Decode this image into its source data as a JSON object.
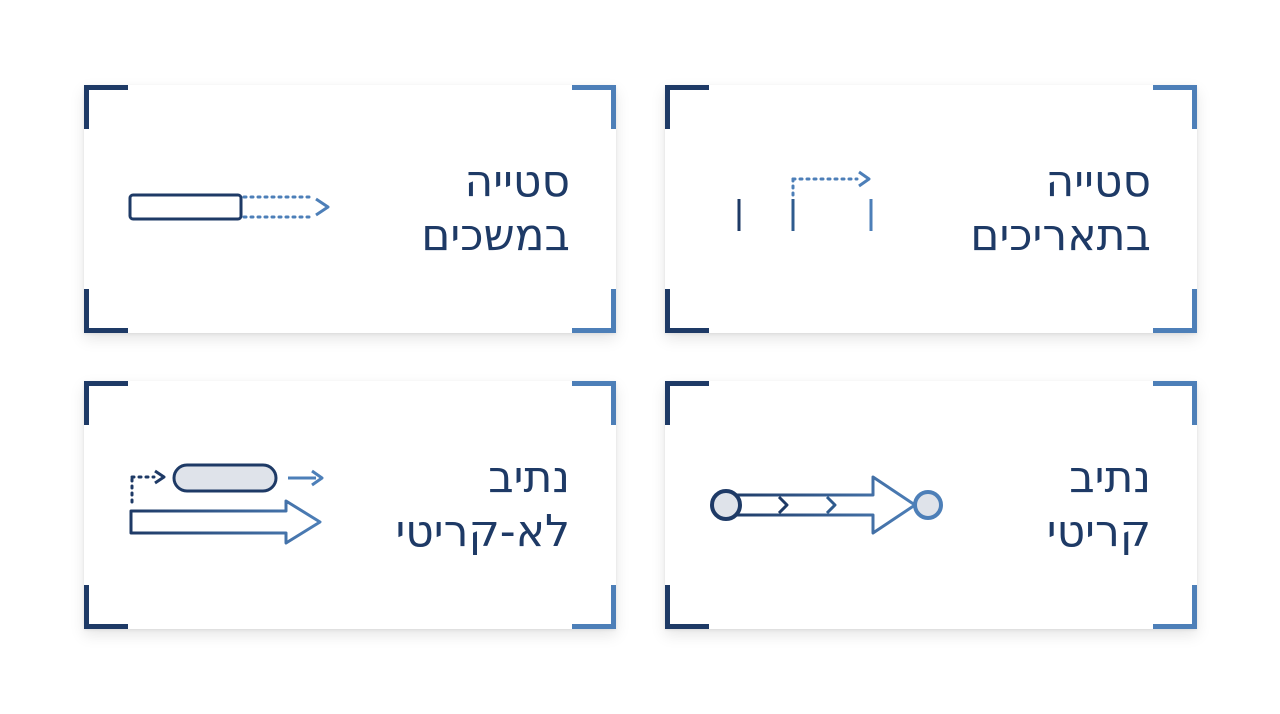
{
  "cards": [
    {
      "line1": "סטייה",
      "line2": "במשכים",
      "icon": "duration-bar-extension-icon"
    },
    {
      "line1": "סטייה",
      "line2": "בתאריכים",
      "icon": "timeline-date-shift-icon"
    },
    {
      "line1": "נתיב",
      "line2": "לא-קריטי",
      "icon": "non-critical-path-icon"
    },
    {
      "line1": "נתיב",
      "line2": "קריטי",
      "icon": "critical-path-icon"
    }
  ],
  "colors": {
    "dark_navy": "#1e3a66",
    "mid_blue": "#4d7fb8",
    "light_fill": "#dfe3ea"
  }
}
